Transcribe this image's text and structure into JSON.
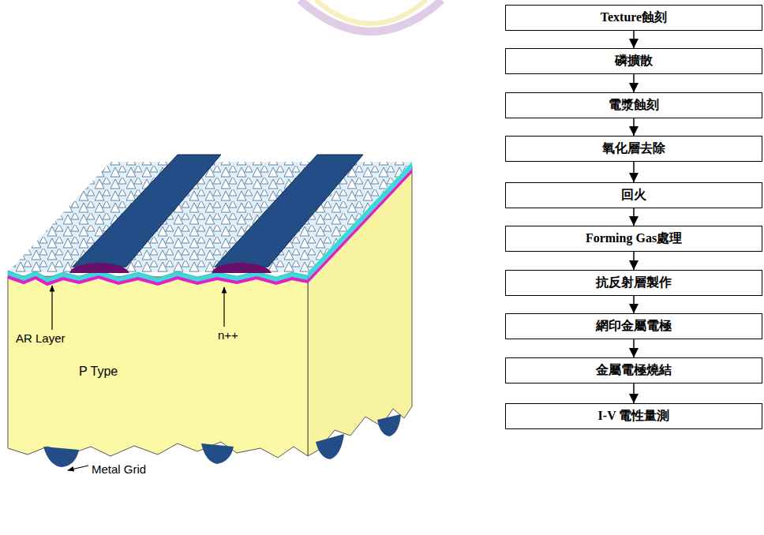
{
  "diagram": {
    "nodes": [
      {
        "text": [
          "Texture蝕刻"
        ]
      },
      {
        "text": [
          "磷擴散"
        ]
      },
      {
        "text": [
          "電漿蝕刻"
        ]
      },
      {
        "text": [
          "氧化層去除"
        ]
      },
      {
        "text": [
          "回火"
        ]
      },
      {
        "text": [
          "Forming Gas處理"
        ]
      },
      {
        "text": [
          "抗反射層製作"
        ]
      },
      {
        "text": [
          "網印金屬電極"
        ]
      },
      {
        "text": [
          "金屬電極燒結"
        ]
      },
      {
        "text": [
          "I-V 電性量測"
        ]
      }
    ],
    "edges": [
      {
        "from": 0,
        "to": 1,
        "arrow": "to"
      },
      {
        "from": 1,
        "to": 2,
        "arrow": "to"
      },
      {
        "from": 2,
        "to": 3,
        "arrow": "to"
      },
      {
        "from": 3,
        "to": 4,
        "arrow": "to"
      },
      {
        "from": 4,
        "to": 5,
        "arrow": "to"
      },
      {
        "from": 5,
        "to": 6,
        "arrow": "to"
      },
      {
        "from": 6,
        "to": 7,
        "arrow": "to"
      },
      {
        "from": 7,
        "to": 8,
        "arrow": "to"
      },
      {
        "from": 8,
        "to": 9,
        "arrow": "to"
      }
    ],
    "labels": [
      "AR Layer",
      "n++",
      "P Type",
      "Metal Grid"
    ]
  }
}
